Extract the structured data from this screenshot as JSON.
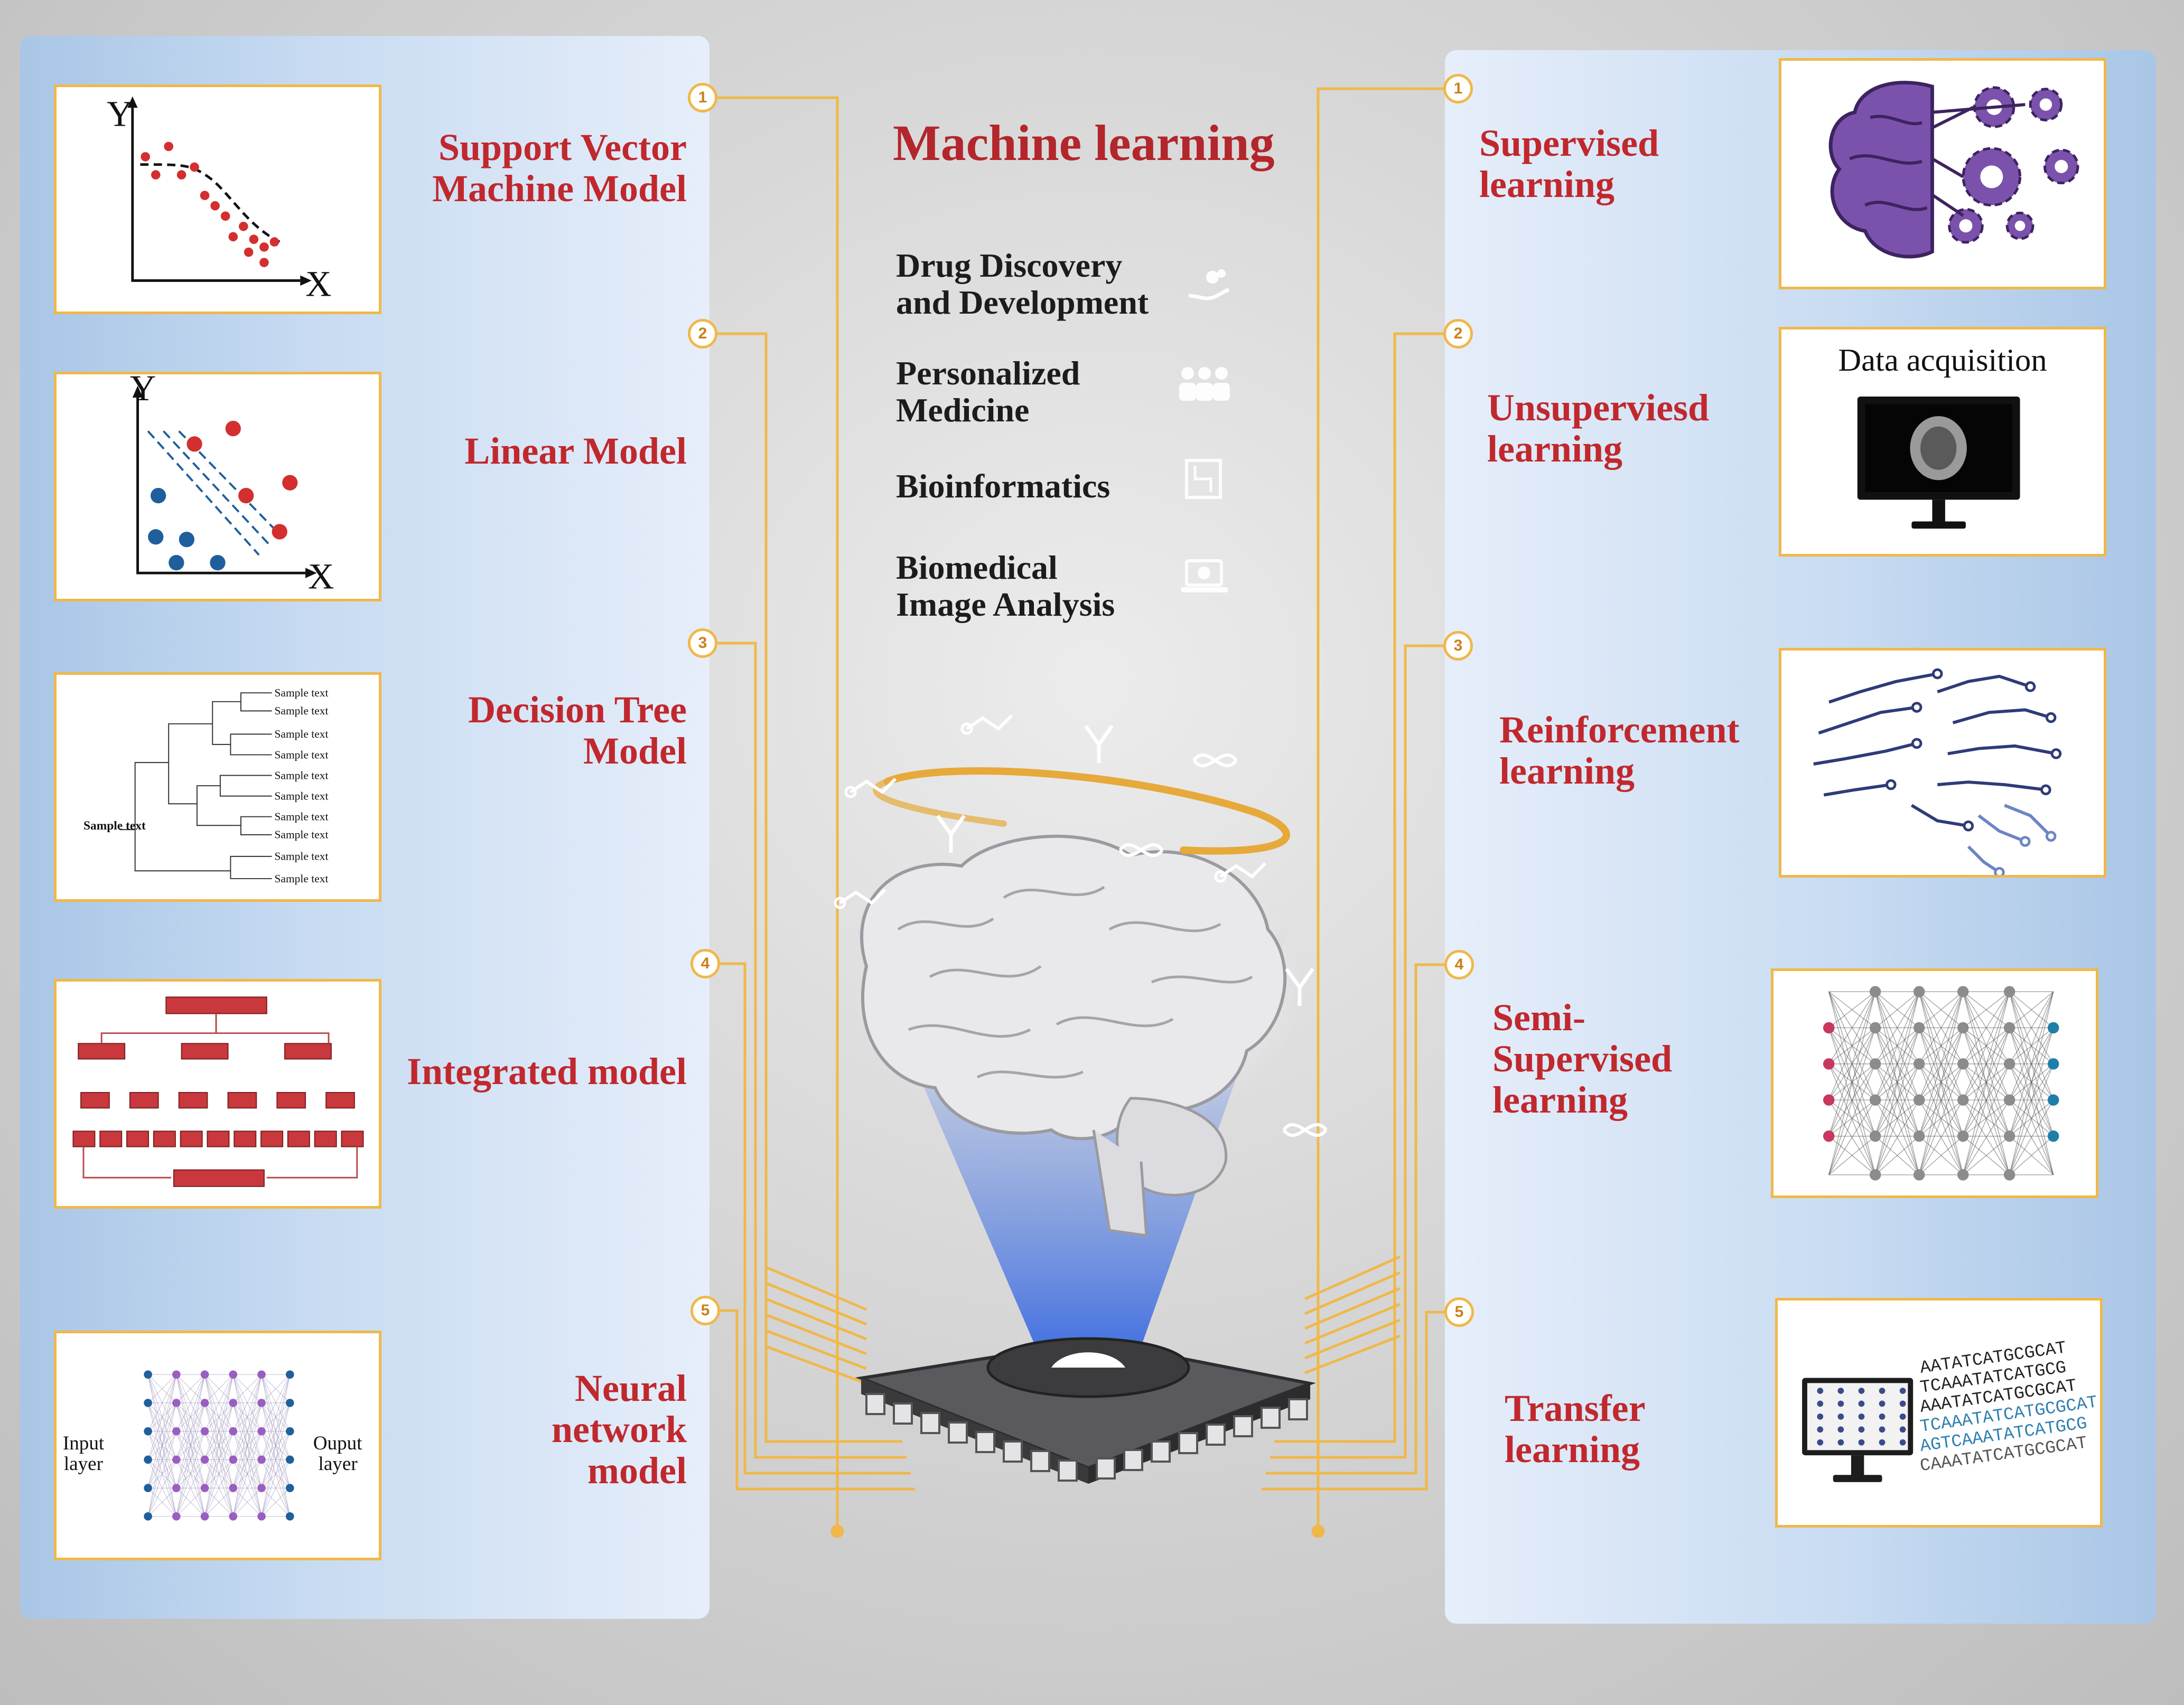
{
  "title": "Machine learning",
  "models": [
    {
      "label_lines": [
        "Support Vector",
        "Machine Model"
      ],
      "number": "1",
      "figure": "svm-plot"
    },
    {
      "label_lines": [
        "Linear  Model"
      ],
      "number": "2",
      "figure": "linear-plot"
    },
    {
      "label_lines": [
        "Decision Tree",
        "Model"
      ],
      "number": "3",
      "figure": "decision-tree"
    },
    {
      "label_lines": [
        "Integrated model"
      ],
      "number": "4",
      "figure": "integrated-flow"
    },
    {
      "label_lines": [
        "Neural",
        "network",
        "model"
      ],
      "number": "5",
      "figure": "neural-network"
    }
  ],
  "learning_types": [
    {
      "label_lines": [
        "Supervised",
        "learning"
      ],
      "number": "1",
      "figure": "brain-gears"
    },
    {
      "label_lines": [
        "Unsuperviesd",
        "learning"
      ],
      "number": "2",
      "figure": "data-acquisition"
    },
    {
      "label_lines": [
        "Reinforcement",
        "learning"
      ],
      "number": "3",
      "figure": "circuit-brain"
    },
    {
      "label_lines": [
        "Semi-",
        "Supervised",
        "learning"
      ],
      "number": "4",
      "figure": "mesh-network"
    },
    {
      "label_lines": [
        "Transfer",
        "learning"
      ],
      "number": "5",
      "figure": "dna-monitor"
    }
  ],
  "applications": [
    {
      "lines": [
        "Drug Discovery",
        "and Development"
      ],
      "icon": "hand-plant-icon"
    },
    {
      "lines": [
        "Personalized",
        "Medicine"
      ],
      "icon": "people-group-icon"
    },
    {
      "lines": [
        "Bioinformatics"
      ],
      "icon": "circuit-chip-icon"
    },
    {
      "lines": [
        "Biomedical",
        "Image Analysis"
      ],
      "icon": "laptop-brain-icon"
    }
  ],
  "figure_text": {
    "svm": {
      "y_axis": "Y",
      "x_axis": "X"
    },
    "linear": {
      "y_axis": "Y",
      "x_axis": "X"
    },
    "tree": {
      "root": "Sample text",
      "leaves": [
        "Sample text",
        "Sample text",
        "Sample text",
        "Sample text",
        "Sample text",
        "Sample text",
        "Sample text",
        "Sample text",
        "Sample text",
        "Sample text"
      ]
    },
    "neural": {
      "input": [
        "Input",
        "layer"
      ],
      "output": [
        "Ouput",
        "layer"
      ]
    },
    "acquisition": {
      "caption": "Data acquisition"
    },
    "dna": {
      "lines": [
        "AATATCATGCGCAT",
        "TCAAATATCATGCG",
        "AAATATCATGCGCAT",
        "TCAAATATCATGCGCAT",
        "AGTCAAATATCATGCG",
        "CAAATATCATGCGCAT"
      ]
    }
  },
  "colors": {
    "accent_red": "#c0282d",
    "title_red": "#b3262b",
    "connector_orange": "#f0b84a",
    "dot_red": "#d32f2f",
    "dot_blue": "#1f5f9c",
    "brain_purple": "#7b52ab",
    "circuit_navy": "#2f3b78",
    "node_magenta": "#c8385e",
    "node_teal": "#1d7fa8"
  }
}
